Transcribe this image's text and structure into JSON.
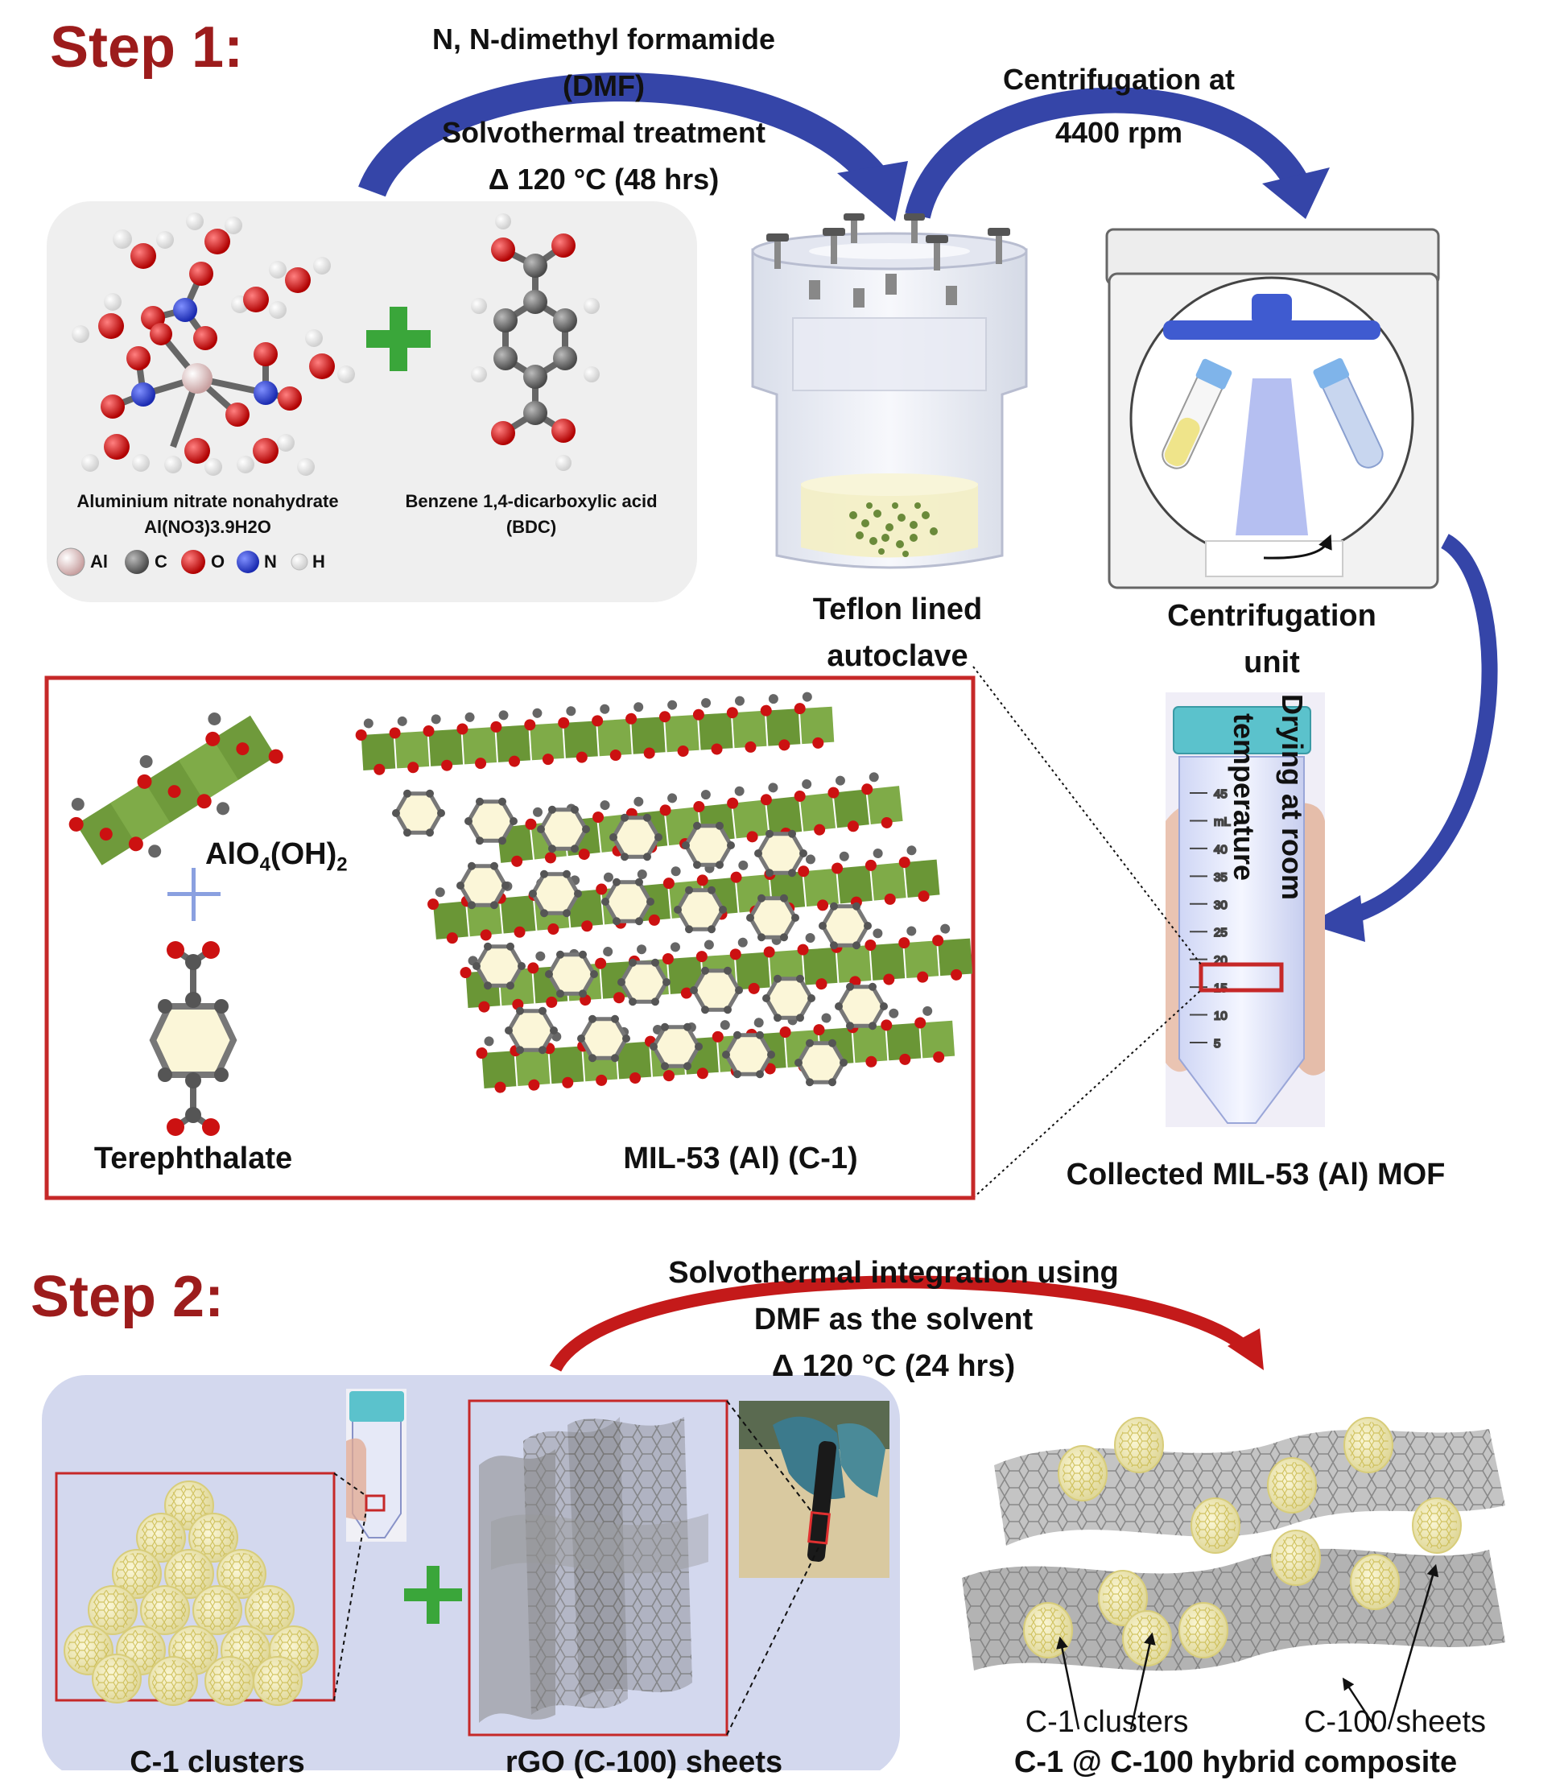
{
  "step1": {
    "title": "Step 1:",
    "arrow1_lines": [
      "N, N-dimethyl formamide",
      "(DMF)",
      "Solvothermal treatment",
      "Δ 120 °C (48 hrs)"
    ],
    "arrow2_lines": [
      "Centrifugation at",
      "4400 rpm"
    ],
    "arrow3_lines": [
      "Drying at room",
      "temperature"
    ],
    "precursor1_name": "Aluminium nitrate nonahydrate",
    "precursor1_formula": "Al(NO3)3.9H2O",
    "precursor2_name": "Benzene 1,4-dicarboxylic acid",
    "precursor2_abbr": "(BDC)",
    "legend": [
      {
        "label": "Al",
        "color": "#e8c8c8"
      },
      {
        "label": "C",
        "color": "#777777"
      },
      {
        "label": "O",
        "color": "#d01010"
      },
      {
        "label": "N",
        "color": "#3344dd"
      },
      {
        "label": "H",
        "color": "#ffffff"
      }
    ],
    "autoclave_lines": [
      "Teflon lined",
      "autoclave"
    ],
    "centrifuge_lines": [
      "Centrifugation",
      "unit"
    ],
    "tube_scale": [
      "45",
      "mL",
      "40",
      "35",
      "30",
      "25",
      "20",
      "15",
      "10",
      "5"
    ],
    "collected_label": "Collected MIL-53 (Al) MOF",
    "structure": {
      "node_label": "AlO4(OH)2",
      "linker_label": "Terephthalate",
      "mof_label": "MIL-53 (Al) (C-1)"
    }
  },
  "step2": {
    "title": "Step 2:",
    "arrow_lines": [
      "Solvothermal integration using",
      "DMF as the solvent",
      "Δ 120 °C (24 hrs)"
    ],
    "left_label": "C-1 clusters",
    "right_label": "rGO (C-100) sheets",
    "callout_clusters": "C-1 clusters",
    "callout_sheets": "C-100 sheets",
    "product_label": "C-1 @ C-100 hybrid composite"
  },
  "colors": {
    "step_title": "#9c1c1c",
    "arrow_blue": "#3545a8",
    "arrow_red": "#c41a1a",
    "plus_green": "#3aa63a",
    "frame_red": "#c62828",
    "panel_gray": "#efefef",
    "panel_lavender": "#d3d8ee"
  }
}
